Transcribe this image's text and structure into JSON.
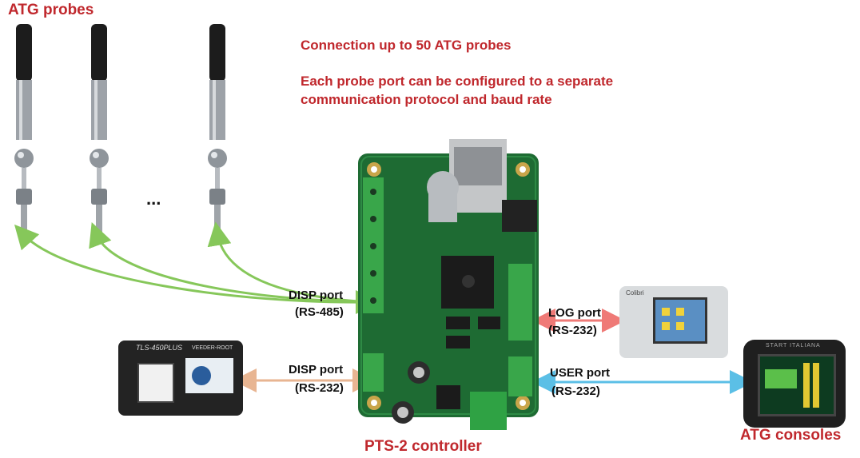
{
  "labels": {
    "atg_probes": "ATG probes",
    "info_line1": "Connection up to 50 ATG probes",
    "info_line2": "Each probe port can be configured to a separate",
    "info_line3": "communication protocol and baud rate",
    "ellipsis": "...",
    "disp_port_485": "DISP port",
    "rs485": "(RS-485)",
    "disp_port_232": "DISP port",
    "rs232_disp": "(RS-232)",
    "log_port": "LOG port",
    "rs232_log": "(RS-232)",
    "user_port": "USER port",
    "rs232_user": "(RS-232)",
    "controller": "PTS-2 controller",
    "atg_consoles": "ATG consoles"
  },
  "device_text": {
    "tls_model": "TLS-450PLUS",
    "veeder_root": "VEEDER-ROOT",
    "colibri": "Colibri",
    "start_italiana": "START ITALIANA"
  },
  "colors": {
    "label_red": "#c0282d",
    "rs485_link": "#86c75a",
    "tls_link": "#e8b592",
    "log_link": "#ef7a77",
    "user_link": "#5bbfe6",
    "pcb_green": "#1e6b33"
  },
  "icons": [
    "atg-probe-icon",
    "pts2-board-icon",
    "tls450-console-icon",
    "colibri-console-icon",
    "start-italiana-console-icon"
  ]
}
